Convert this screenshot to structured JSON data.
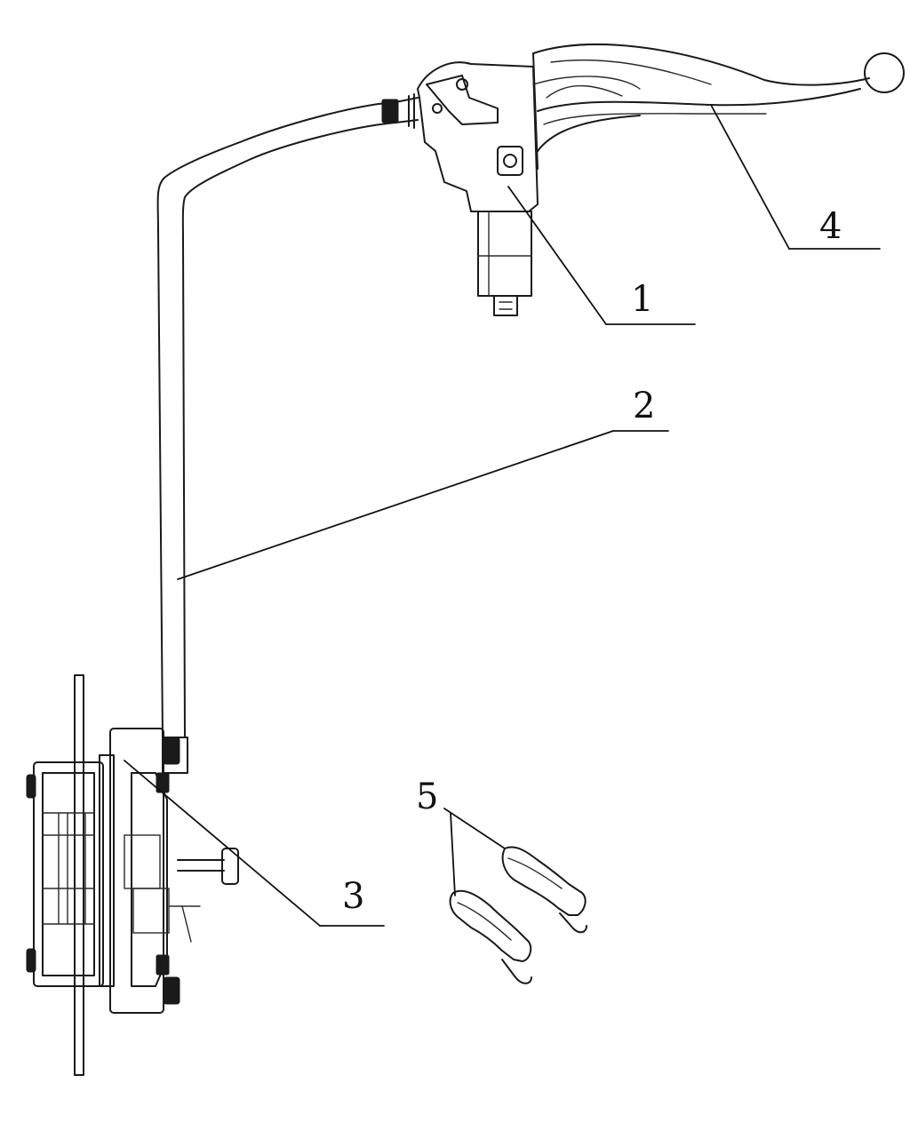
{
  "callouts": [
    "1",
    "2",
    "3",
    "4",
    "5"
  ]
}
